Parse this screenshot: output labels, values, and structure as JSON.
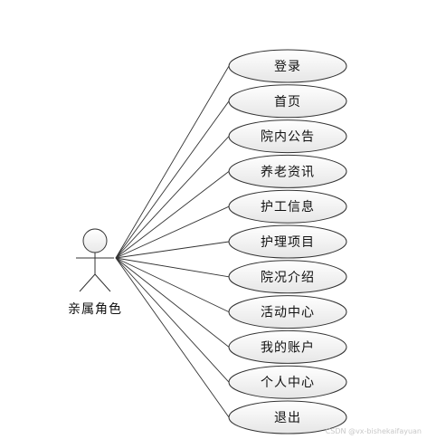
{
  "actor": {
    "label": "亲属角色"
  },
  "use_cases": [
    {
      "label": "登录"
    },
    {
      "label": "首页"
    },
    {
      "label": "院内公告"
    },
    {
      "label": "养老资讯"
    },
    {
      "label": "护工信息"
    },
    {
      "label": "护理项目"
    },
    {
      "label": "院况介绍"
    },
    {
      "label": "活动中心"
    },
    {
      "label": "我的账户"
    },
    {
      "label": "个人中心"
    },
    {
      "label": "退出"
    }
  ],
  "watermark": "CSDN @vx-bishekaifayuan",
  "colors": {
    "stroke": "#333333",
    "ellipse_fill_top": "#ffffff",
    "ellipse_fill_bottom": "#e6e6e6",
    "actor_head_fill_top": "#ffffff",
    "actor_head_fill_bottom": "#e8e8e8"
  }
}
